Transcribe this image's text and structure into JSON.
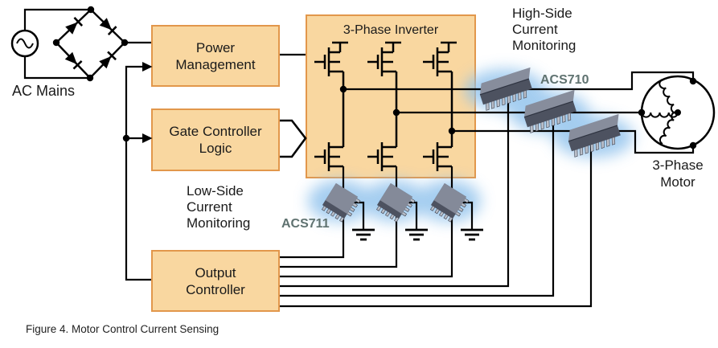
{
  "caption": "Figure 4. Motor Control Current Sensing",
  "blocks": {
    "power_management": {
      "line1": "Power",
      "line2": "Management"
    },
    "gate_controller": {
      "line1": "Gate Controller",
      "line2": "Logic"
    },
    "inverter_title": "3-Phase Inverter",
    "output_controller": {
      "line1": "Output",
      "line2": "Controller"
    }
  },
  "labels": {
    "ac_mains": "AC Mains",
    "high_side": {
      "line1": "High-Side",
      "line2": "Current",
      "line3": "Monitoring"
    },
    "low_side": {
      "line1": "Low-Side",
      "line2": "Current",
      "line3": "Monitoring"
    },
    "acs710": "ACS710",
    "acs711": "ACS711",
    "motor": {
      "line1": "3-Phase",
      "line2": "Motor"
    }
  },
  "colors": {
    "block_fill": "#F9D7A0",
    "block_border": "#E2974B",
    "wire": "#000000",
    "acs_label": "#5F7270",
    "chip_body": "#4D5260",
    "chip_top": "#878D9C",
    "chip_pins": "#B9BEC8",
    "glow": "#8EC1EC",
    "text": "#1A1A1A"
  }
}
